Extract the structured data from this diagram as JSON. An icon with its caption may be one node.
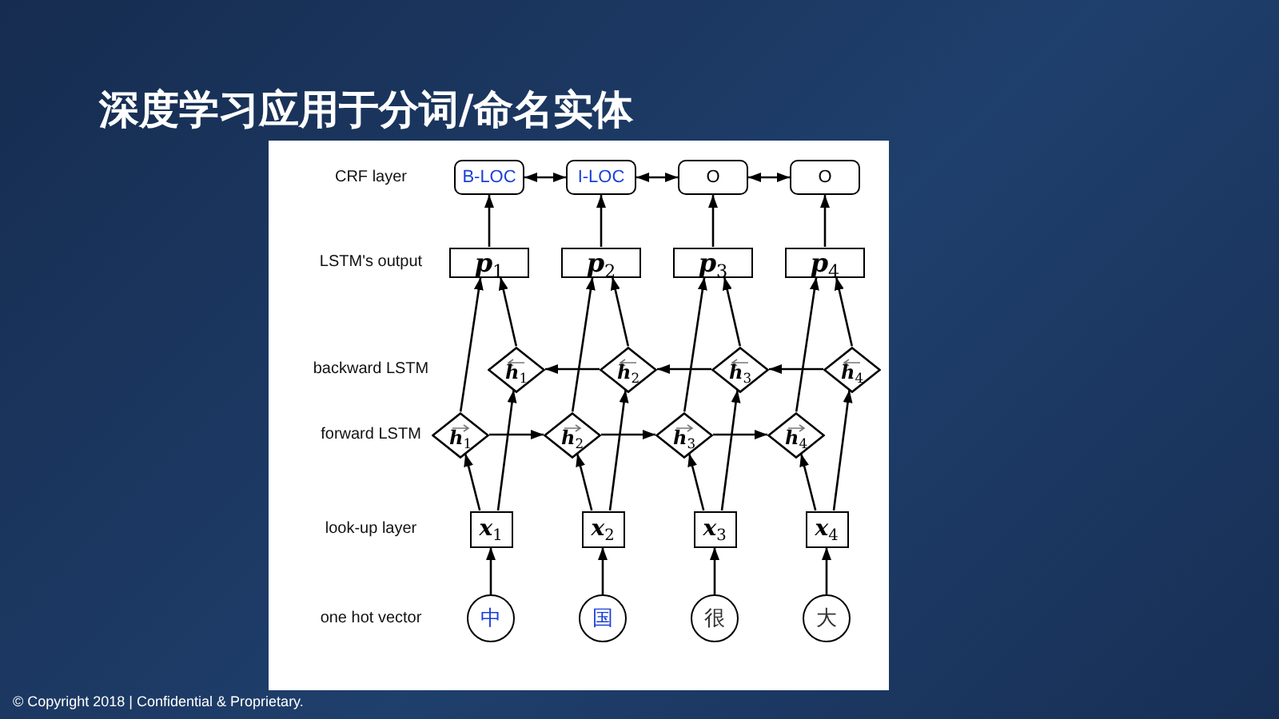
{
  "diagram": {
    "title": "深度学习应用于分词/命名实体",
    "nodes": [
      {
        "text": [
          "B-LOC"
        ]
      },
      {
        "text": [
          "I-LOC"
        ]
      },
      {
        "text": [
          "O"
        ]
      },
      {
        "text": [
          "O"
        ]
      },
      {
        "text": [
          "p$_{1}$"
        ]
      },
      {
        "text": [
          "p$_{2}$"
        ]
      },
      {
        "text": [
          "p$_{3}$"
        ]
      },
      {
        "text": [
          "p$_{4}$"
        ]
      },
      {
        "text": [
          "h$_{1}$"
        ]
      },
      {
        "text": [
          "h$_{2}$"
        ]
      },
      {
        "text": [
          "h$_{3}$"
        ]
      },
      {
        "text": [
          "h$_{4}$"
        ]
      },
      {
        "text": [
          "h$_{1}$"
        ]
      },
      {
        "text": [
          "h$_{2}$"
        ]
      },
      {
        "text": [
          "h$_{3}$"
        ]
      },
      {
        "text": [
          "h$_{4}$"
        ]
      },
      {
        "text": [
          "x$_{1}$"
        ]
      },
      {
        "text": [
          "x$_{2}$"
        ]
      },
      {
        "text": [
          "x$_{3}$"
        ]
      },
      {
        "text": [
          "x$_{4}$"
        ]
      },
      {
        "text": [
          "中"
        ]
      },
      {
        "text": [
          "国"
        ]
      },
      {
        "text": [
          "很"
        ]
      },
      {
        "text": [
          "大"
        ]
      }
    ],
    "edges": [
      {
        "from": 0,
        "to": 1,
        "arrow": "both"
      },
      {
        "from": 1,
        "to": 2,
        "arrow": "both"
      },
      {
        "from": 2,
        "to": 3,
        "arrow": "both"
      },
      {
        "from": 4,
        "to": 0,
        "arrow": "to"
      },
      {
        "from": 5,
        "to": 1,
        "arrow": "to"
      },
      {
        "from": 6,
        "to": 2,
        "arrow": "to"
      },
      {
        "from": 7,
        "to": 3,
        "arrow": "to"
      },
      {
        "from": 11,
        "to": 10,
        "arrow": "to"
      },
      {
        "from": 10,
        "to": 9,
        "arrow": "to"
      },
      {
        "from": 9,
        "to": 8,
        "arrow": "to"
      },
      {
        "from": 12,
        "to": 13,
        "arrow": "to"
      },
      {
        "from": 13,
        "to": 14,
        "arrow": "to"
      },
      {
        "from": 14,
        "to": 15,
        "arrow": "to"
      },
      {
        "from": 8,
        "to": 4,
        "arrow": "to"
      },
      {
        "from": 12,
        "to": 4,
        "arrow": "to"
      },
      {
        "from": 16,
        "to": 12,
        "arrow": "to"
      },
      {
        "from": 16,
        "to": 8,
        "arrow": "to"
      },
      {
        "from": 20,
        "to": 16,
        "arrow": "to"
      },
      {
        "from": 9,
        "to": 5,
        "arrow": "to"
      },
      {
        "from": 13,
        "to": 5,
        "arrow": "to"
      },
      {
        "from": 17,
        "to": 13,
        "arrow": "to"
      },
      {
        "from": 17,
        "to": 9,
        "arrow": "to"
      },
      {
        "from": 21,
        "to": 17,
        "arrow": "to"
      },
      {
        "from": 10,
        "to": 6,
        "arrow": "to"
      },
      {
        "from": 14,
        "to": 6,
        "arrow": "to"
      },
      {
        "from": 18,
        "to": 14,
        "arrow": "to"
      },
      {
        "from": 18,
        "to": 10,
        "arrow": "to"
      },
      {
        "from": 22,
        "to": 18,
        "arrow": "to"
      },
      {
        "from": 11,
        "to": 7,
        "arrow": "to"
      },
      {
        "from": 15,
        "to": 7,
        "arrow": "to"
      },
      {
        "from": 19,
        "to": 15,
        "arrow": "to"
      },
      {
        "from": 19,
        "to": 11,
        "arrow": "to"
      },
      {
        "from": 23,
        "to": 19,
        "arrow": "to"
      }
    ],
    "labels": [
      "CRF layer",
      "LSTM's output",
      "backward LSTM",
      "forward LSTM",
      "look-up layer",
      "one hot vector",
      "© Copyright 2018 | Confidential & Proprietary."
    ]
  }
}
